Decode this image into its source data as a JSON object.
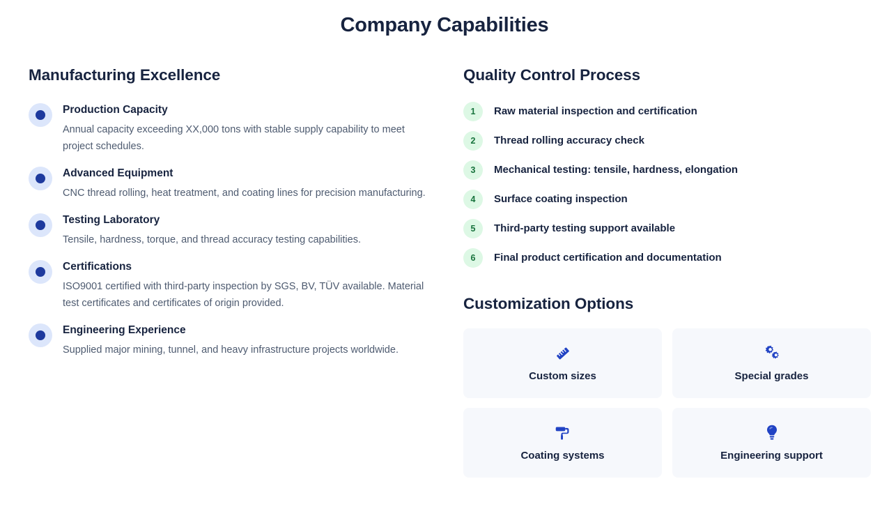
{
  "page": {
    "title": "Company Capabilities",
    "accent_blue": "#1e3a9e",
    "bullet_bg": "#dce6fb",
    "badge_bg": "#ddf8e5",
    "badge_text": "#18733d",
    "card_bg": "#f6f8fc",
    "heading_color": "#17233f",
    "body_text_color": "#4e5b70"
  },
  "manufacturing": {
    "heading": "Manufacturing Excellence",
    "items": [
      {
        "title": "Production Capacity",
        "desc": "Annual capacity exceeding XX,000 tons with stable supply capability to meet project schedules."
      },
      {
        "title": "Advanced Equipment",
        "desc": "CNC thread rolling, heat treatment, and coating lines for precision manufacturing."
      },
      {
        "title": "Testing Laboratory",
        "desc": "Tensile, hardness, torque, and thread accuracy testing capabilities."
      },
      {
        "title": "Certifications",
        "desc": "ISO9001 certified with third-party inspection by SGS, BV, TÜV available. Material test certificates and certificates of origin provided."
      },
      {
        "title": "Engineering Experience",
        "desc": "Supplied major mining, tunnel, and heavy infrastructure projects worldwide."
      }
    ]
  },
  "quality": {
    "heading": "Quality Control Process",
    "steps": [
      {
        "number": "1",
        "text": "Raw material inspection and certification"
      },
      {
        "number": "2",
        "text": "Thread rolling accuracy check"
      },
      {
        "number": "3",
        "text": "Mechanical testing: tensile, hardness, elongation"
      },
      {
        "number": "4",
        "text": "Surface coating inspection"
      },
      {
        "number": "5",
        "text": "Third-party testing support available"
      },
      {
        "number": "6",
        "text": "Final product certification and documentation"
      }
    ]
  },
  "customization": {
    "heading": "Customization Options",
    "options": [
      {
        "label": "Custom sizes",
        "icon": "ruler-icon"
      },
      {
        "label": "Special grades",
        "icon": "gears-icon"
      },
      {
        "label": "Coating systems",
        "icon": "paint-roller-icon"
      },
      {
        "label": "Engineering support",
        "icon": "lightbulb-icon"
      }
    ]
  }
}
